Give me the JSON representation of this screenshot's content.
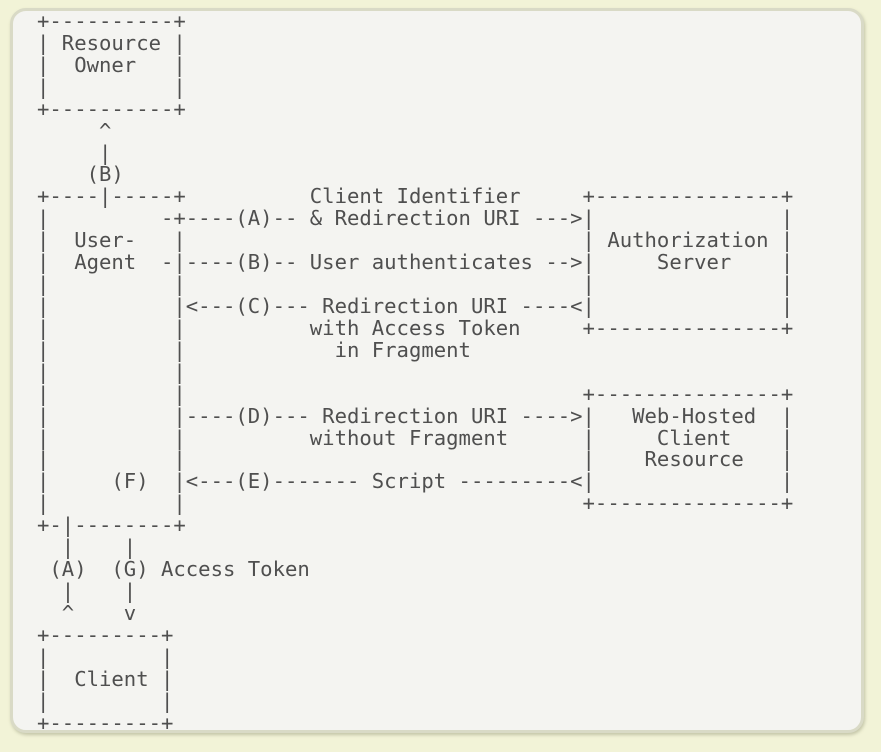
{
  "colors": {
    "page_background": "#f2f3d7",
    "panel_background": "#f4f4f1",
    "panel_border": "#d9dac6",
    "text": "#4f4f4f"
  },
  "diagram": {
    "lines": [
      "+----------+",
      "| Resource |",
      "|  Owner   |",
      "|          |",
      "+----------+",
      "     ^",
      "     |",
      "    (B)",
      "+----|-----+          Client Identifier     +---------------+",
      "|         -+----(A)-- & Redirection URI --->|               |",
      "|  User-   |                                | Authorization |",
      "|  Agent  -|----(B)-- User authenticates -->|     Server    |",
      "|          |                                |               |",
      "|          |<---(C)--- Redirection URI ----<|               |",
      "|          |          with Access Token     +---------------+",
      "|          |            in Fragment",
      "|          |",
      "|          |                                +---------------+",
      "|          |----(D)--- Redirection URI ---->|   Web-Hosted  |",
      "|          |          without Fragment      |     Client    |",
      "|          |                                |    Resource   |",
      "|     (F)  |<---(E)------- Script ---------<|               |",
      "|          |                                +---------------+",
      "+-|--------+",
      "  |    |",
      " (A)  (G) Access Token",
      "  |    |",
      "  ^    v",
      "+---------+",
      "|         |",
      "|  Client |",
      "|         |",
      "+---------+"
    ]
  }
}
